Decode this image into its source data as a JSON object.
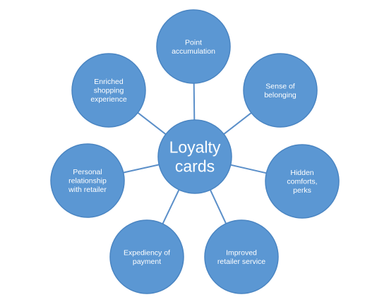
{
  "diagram": {
    "center": {
      "lines": [
        "Loyalty",
        "cards"
      ]
    },
    "nodes": [
      {
        "id": "point-accumulation",
        "lines": [
          "Point",
          "accumulation"
        ]
      },
      {
        "id": "sense-of-belonging",
        "lines": [
          "Sense of",
          "belonging"
        ]
      },
      {
        "id": "hidden-comforts-perks",
        "lines": [
          "Hidden",
          "comforts,",
          "perks"
        ]
      },
      {
        "id": "improved-retailer-service",
        "lines": [
          "Improved",
          "retailer service"
        ]
      },
      {
        "id": "expediency-of-payment",
        "lines": [
          "Expediency of",
          "payment"
        ]
      },
      {
        "id": "personal-relationship",
        "lines": [
          "Personal",
          "relationship",
          "with retailer"
        ]
      },
      {
        "id": "enriched-shopping",
        "lines": [
          "Enriched",
          "shopping",
          "experience"
        ]
      }
    ]
  },
  "colors": {
    "node_fill": "#5b97d3",
    "node_stroke": "#4a85c2",
    "connector": "#5b8fc9",
    "text": "#ffffff",
    "background": "#ffffff"
  }
}
